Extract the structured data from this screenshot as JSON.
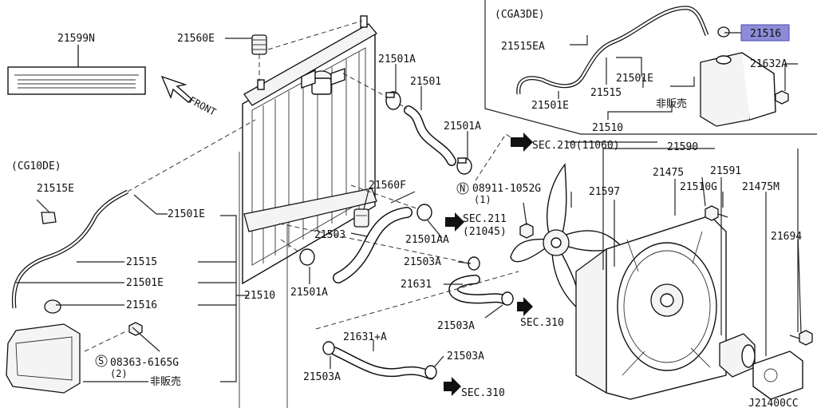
{
  "diagram": {
    "sheet_id": "J21400CC",
    "variant_labels": [
      "(CGA3DE)",
      "(CG10DE)"
    ],
    "direction_label": "FRONT",
    "highlighted_part": "21516",
    "callouts": [
      "21599N",
      "21560E",
      "21501A",
      "21501",
      "21501A",
      "21515EA",
      "21516",
      "21632A",
      "21501E",
      "21515",
      "21501E",
      "非販売",
      "21510",
      "SEC.210(11060)",
      "21590",
      "21475",
      "21591",
      "21510G",
      "21475M",
      "21597",
      "21694",
      "08911-1052G",
      "(1)",
      "21560F",
      "21503",
      "SEC.211",
      "(21045)",
      "21501AA",
      "21503A",
      "21631",
      "21501A",
      "21503A",
      "SEC.310",
      "21631+A",
      "21503A",
      "SEC.310",
      "21503A",
      "21515E",
      "21501E",
      "21515",
      "21501E",
      "21516",
      "21510",
      "08363-6165G",
      "(2)",
      "非販売"
    ]
  }
}
